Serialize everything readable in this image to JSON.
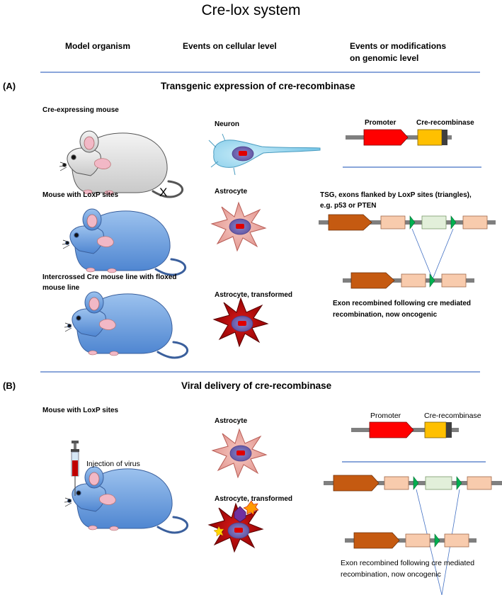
{
  "title": "Cre-lox system",
  "headers": {
    "model_organism": "Model organism",
    "cellular_events": "Events on cellular level",
    "genomic_events_line1": "Events or modifications",
    "genomic_events_line2": "on genomic level"
  },
  "section_a": {
    "tag": "(A)",
    "title": "Transgenic expression of cre-recombinase",
    "mouse1": "Cre-expressing mouse",
    "mouse2": "Mouse with LoxP sites",
    "cross": "X",
    "mouse3_line1": "Intercrossed Cre mouse line with floxed",
    "mouse3_line2": "mouse line",
    "cell1": "Neuron",
    "cell2": "Astrocyte",
    "cell3": "Astrocyte, transformed",
    "promoter": "Promoter",
    "cre": "Cre-recombinase",
    "tsg_line1": "TSG, exons flanked by LoxP sites (triangles),",
    "tsg_line2": "e.g. p53 or PTEN",
    "result_line1": "Exon recombined following cre mediated",
    "result_line2": "recombination, now oncogenic"
  },
  "section_b": {
    "tag": "(B)",
    "title": "Viral delivery of cre-recombinase",
    "mouse": "Mouse with LoxP sites",
    "injection": "Injection of virus",
    "cell1": "Astrocyte",
    "cell2": "Astrocyte, transformed",
    "promoter": "Promoter",
    "cre": "Cre-recombinase",
    "result_line1": "Exon recombined following cre mediated",
    "result_line2": "recombination, now oncogenic"
  },
  "colors": {
    "rule": "#4472c4",
    "promoter": "#ff0000",
    "cre": "#ffc000",
    "exon_orange": "#c55a11",
    "exon_peach": "#f8cbad",
    "exon_floxed": "#e2efda",
    "loxp": "#00b050",
    "mouse_grey": "#e7e6e6",
    "mouse_blue": "#7aa7e0",
    "neuron": "#8fd3ee",
    "astrocyte": "#e8a39c",
    "astrocyte_transformed": "#c00000"
  }
}
